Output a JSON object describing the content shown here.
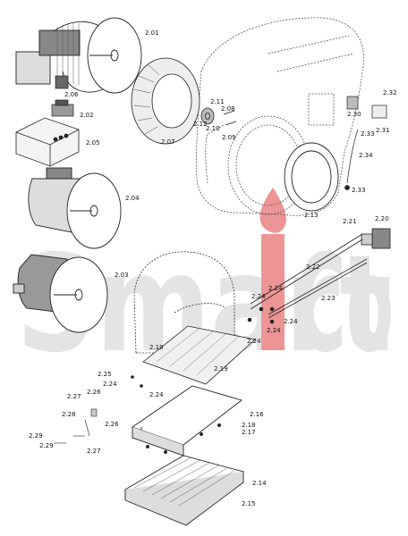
{
  "watermark": {
    "lettering": "SmartiCo",
    "colors": {
      "letters": "#d6d6d6",
      "accent": "#e03030"
    }
  },
  "parts": {
    "p2_01": "2.01",
    "p2_02": "2.02",
    "p2_03": "2.03",
    "p2_04": "2.04",
    "p2_05": "2.05",
    "p2_06": "2.06",
    "p2_07": "2.07",
    "p2_08": "2.08",
    "p2_09": "2.09",
    "p2_10": "2.10",
    "p2_11": "2.11",
    "p2_12": "2.12",
    "p2_13": "2.13",
    "p2_14": "2.14",
    "p2_15": "2.15",
    "p2_16": "2.16",
    "p2_17": "2.17",
    "p2_18": "2.18",
    "p2_19": "2.19",
    "p2_20": "2.20",
    "p2_21": "2.21",
    "p2_22": "2.22",
    "p2_23": "2.23",
    "p2_24": "2.24",
    "p2_25": "2.25",
    "p2_26": "2.26",
    "p2_27": "2.27",
    "p2_28": "2.28",
    "p2_29": "2.29",
    "p2_30": "2.30",
    "p2_31": "2.31",
    "p2_32": "2.32",
    "p2_33": "2.33",
    "p2_34": "2.34"
  }
}
